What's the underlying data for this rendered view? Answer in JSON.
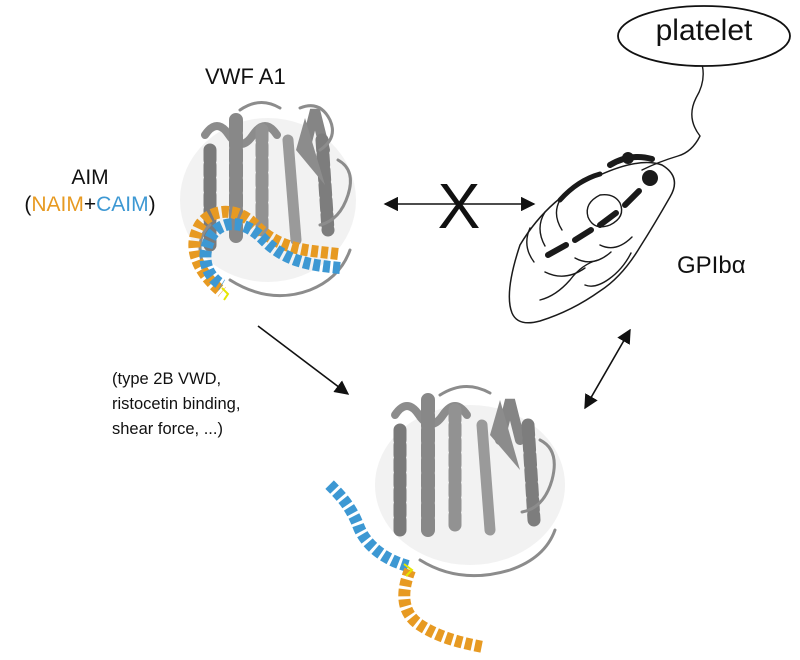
{
  "labels": {
    "vwf_a1": "VWF A1",
    "aim": "AIM",
    "aim_open": "(",
    "naim": "NAIM",
    "plus": "+",
    "caim": "CAIM",
    "aim_close": ")",
    "gpib": "GPIbα",
    "platelet": "platelet",
    "blocked_mark": "X",
    "conditions": [
      "(type 2B VWD,",
      "ristocetin binding,",
      "shear force, ...)"
    ]
  },
  "colors": {
    "naim": "#e79a22",
    "caim": "#3d98d3",
    "protein_a1": "#8c8c8c",
    "protein_gpib": "#1a1a1a",
    "linker": "#e6e600",
    "text": "#111111"
  },
  "icons": {
    "arrow_blocked": "double-arrow-with-x",
    "arrow_activation": "single-arrow",
    "arrow_binding": "double-arrow"
  }
}
